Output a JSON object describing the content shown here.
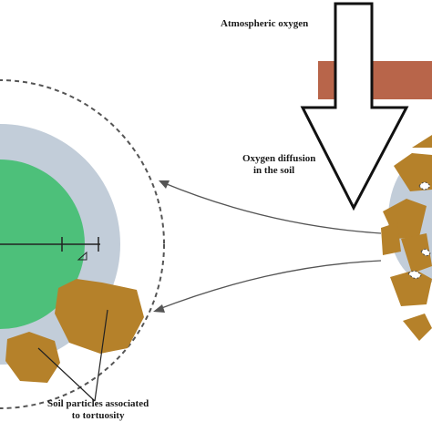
{
  "labels": {
    "atmospheric_oxygen": "Atmospheric oxygen",
    "oxygen_diffusion_line1": "Oxygen diffusion",
    "oxygen_diffusion_line2": "in the soil",
    "soil_particles_line1": "Soil particles associated",
    "soil_particles_line2": "to tortuosity"
  },
  "colors": {
    "root_green": "#4dc07a",
    "water_film": "#c2cdd9",
    "soil_particle": "#b5812a",
    "soil_layer": "#b8654a",
    "arrow_outline": "#111111",
    "dashed_boundary": "#555555"
  }
}
